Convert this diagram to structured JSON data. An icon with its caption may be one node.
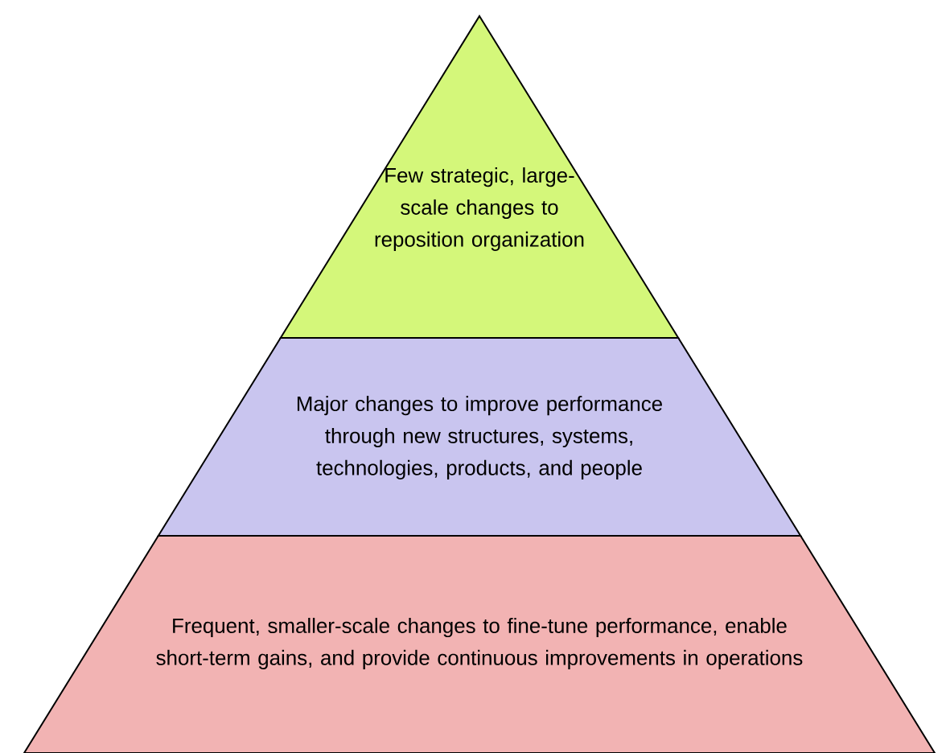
{
  "diagram": {
    "nodes": [
      {
        "text": [
          "Few strategic, large-scale changes to reposition organization"
        ]
      },
      {
        "text": [
          "Major changes to improve performance through new structures, systems, technologies, products, and people"
        ]
      },
      {
        "text": [
          "Frequent, smaller-scale changes to fine-tune performance, enable short-term gains, and provide continuous improvements in operations"
        ]
      }
    ]
  }
}
